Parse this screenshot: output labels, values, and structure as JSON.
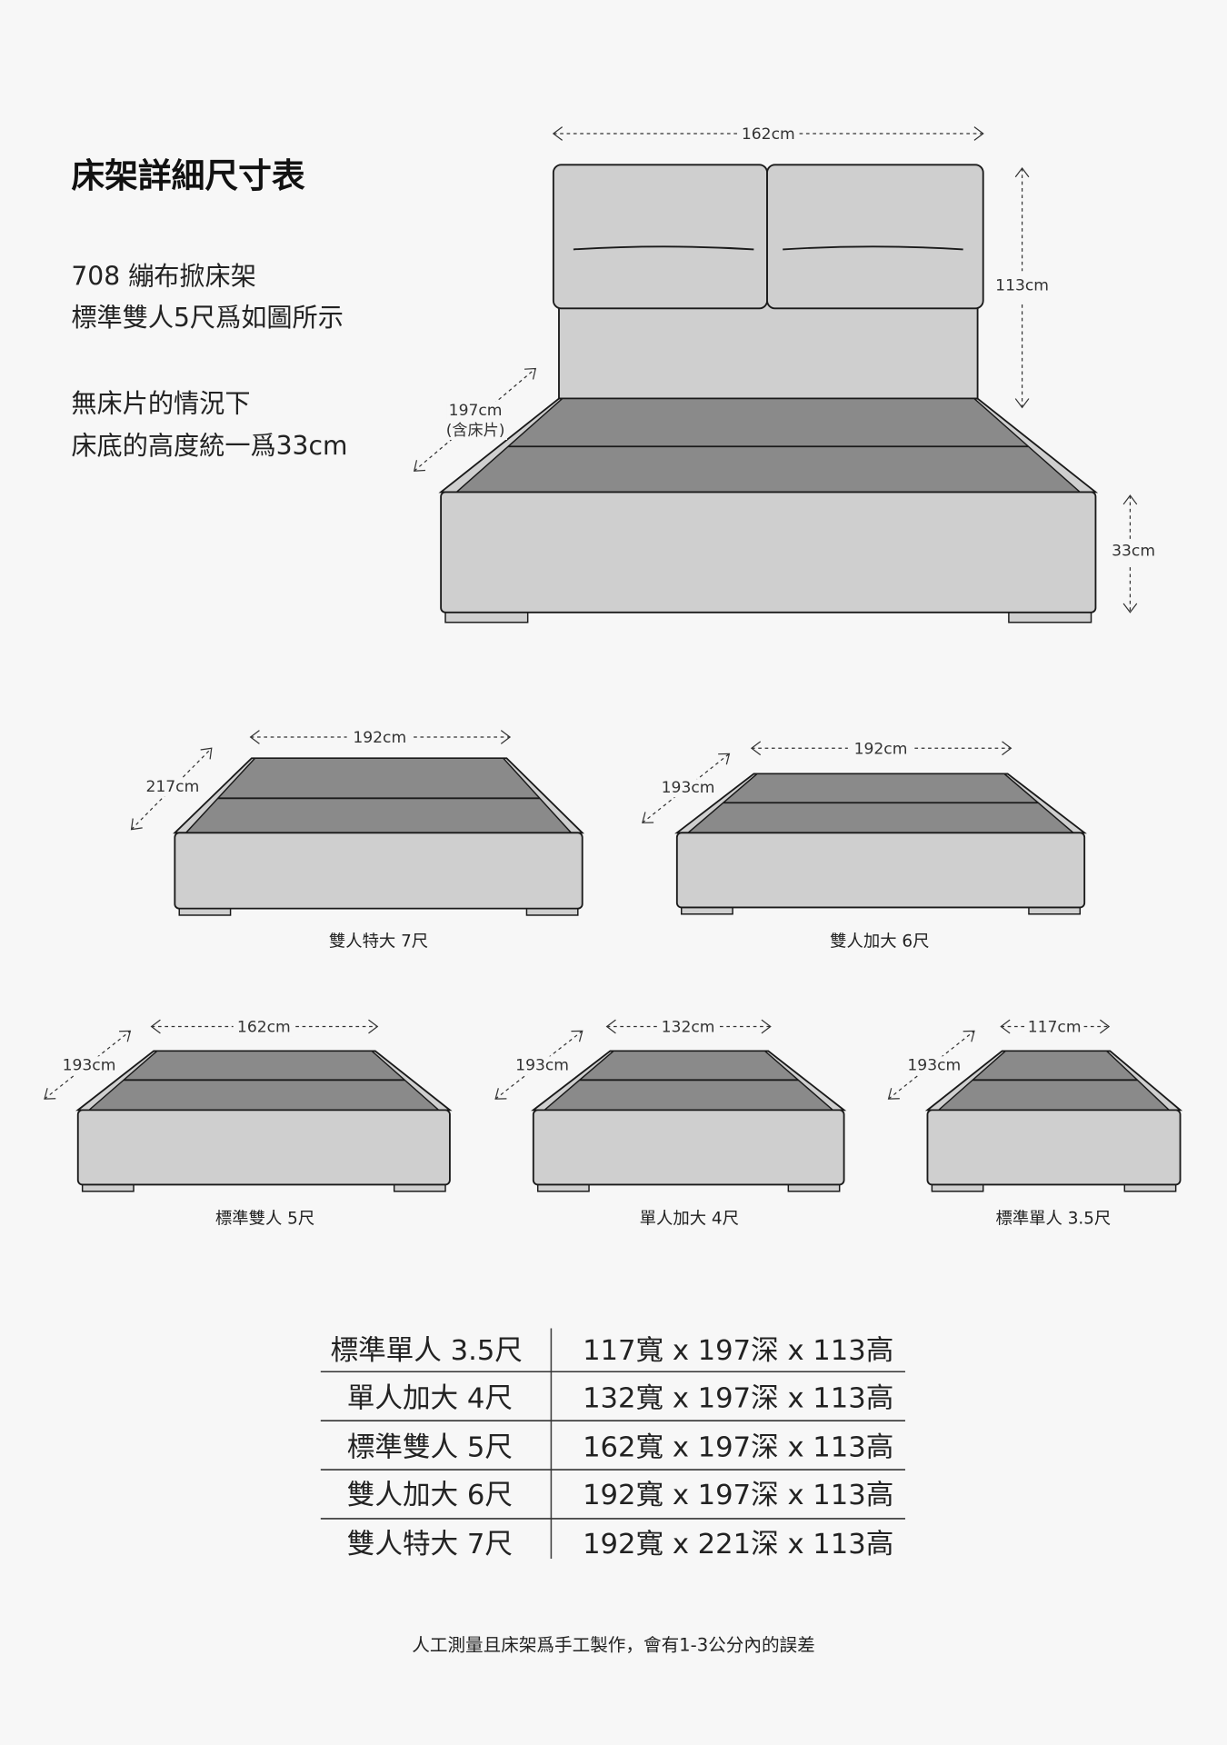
{
  "title": "床架詳細尺寸表",
  "intro": {
    "line1": "708 繃布掀床架",
    "line2": "標準雙人5尺爲如圖所示",
    "line3": "無床片的情況下",
    "line4": "床底的高度統一爲33cm"
  },
  "main_bed": {
    "width_label": "162cm",
    "height_label": "113cm",
    "depth_label": "197cm",
    "depth_note": "(含床片)",
    "base_height_label": "33cm"
  },
  "beds": [
    {
      "caption": "雙人特大 7尺",
      "width_label": "192cm",
      "depth_label": "217cm"
    },
    {
      "caption": "雙人加大 6尺",
      "width_label": "192cm",
      "depth_label": "193cm"
    },
    {
      "caption": "標準雙人 5尺",
      "width_label": "162cm",
      "depth_label": "193cm"
    },
    {
      "caption": "單人加大 4尺",
      "width_label": "132cm",
      "depth_label": "193cm"
    },
    {
      "caption": "標準單人 3.5尺",
      "width_label": "117cm",
      "depth_label": "193cm"
    }
  ],
  "table": [
    {
      "size": "標準單人 3.5尺",
      "dims": "117寬 x 197深 x 113高"
    },
    {
      "size": "單人加大 4尺",
      "dims": "132寬 x 197深 x 113高"
    },
    {
      "size": "標準雙人 5尺",
      "dims": "162寬 x 197深 x 113高"
    },
    {
      "size": "雙人加大 6尺",
      "dims": "192寬 x 197深 x 113高"
    },
    {
      "size": "雙人特大 7尺",
      "dims": "192寬 x 221深 x 113高"
    }
  ],
  "footnote": "人工測量且床架爲手工製作，會有1-3公分內的誤差",
  "colors": {
    "background": "#f7f7f7",
    "upholstery": "#cfcfcf",
    "platform": "#8a8a8a",
    "outline": "#1a1a1a"
  }
}
